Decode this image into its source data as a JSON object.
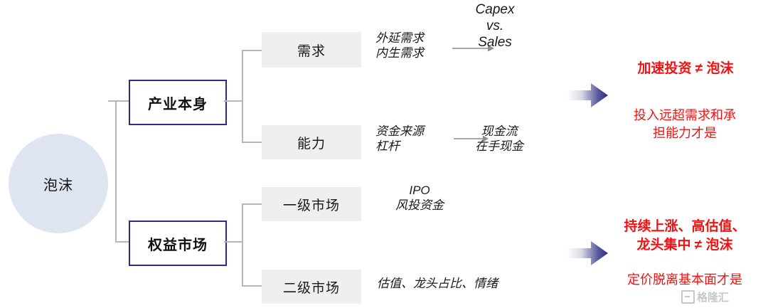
{
  "diagram": {
    "root": {
      "label": "泡沫",
      "shape": "circle",
      "fill": "#dee5f1"
    },
    "branches": [
      {
        "id": "industry",
        "label": "产业本身",
        "box_style": "blue-outline",
        "border_color": "#2c2c8c",
        "children": [
          {
            "id": "demand",
            "label": "需求",
            "box_style": "gray-fill",
            "fill": "#efefef",
            "source_text": "外延需求\n内生需求",
            "has_arrow": true,
            "target_text": "Capex\nvs.\nSales"
          },
          {
            "id": "capacity",
            "label": "能力",
            "box_style": "gray-fill",
            "fill": "#efefef",
            "source_text": "资金来源\n杠杆",
            "has_arrow": true,
            "target_text": "现金流\n在手现金"
          }
        ],
        "conclusion": {
          "headline": "加速投资 ≠ 泡沫",
          "body": "投入远超需求和承\n担能力才是",
          "color": "#f31212"
        }
      },
      {
        "id": "equity",
        "label": "权益市场",
        "box_style": "blue-outline",
        "border_color": "#2c2c8c",
        "children": [
          {
            "id": "primary-market",
            "label": "一级市场",
            "box_style": "gray-fill",
            "fill": "#efefef",
            "source_text": "IPO\n风投资金",
            "has_arrow": false,
            "target_text": ""
          },
          {
            "id": "secondary-market",
            "label": "二级市场",
            "box_style": "gray-fill",
            "fill": "#efefef",
            "source_text": "估值、龙头占比、情绪",
            "has_arrow": false,
            "target_text": ""
          }
        ],
        "conclusion": {
          "headline": "持续上涨、高估值、\n龙头集中 ≠ 泡沫",
          "body": "定价脱离基本面才是",
          "color": "#f31212"
        }
      }
    ],
    "watermark": {
      "text": "格隆汇",
      "icon": "logo-box-icon"
    },
    "accent_arrow_color": "#3b3b8f"
  }
}
